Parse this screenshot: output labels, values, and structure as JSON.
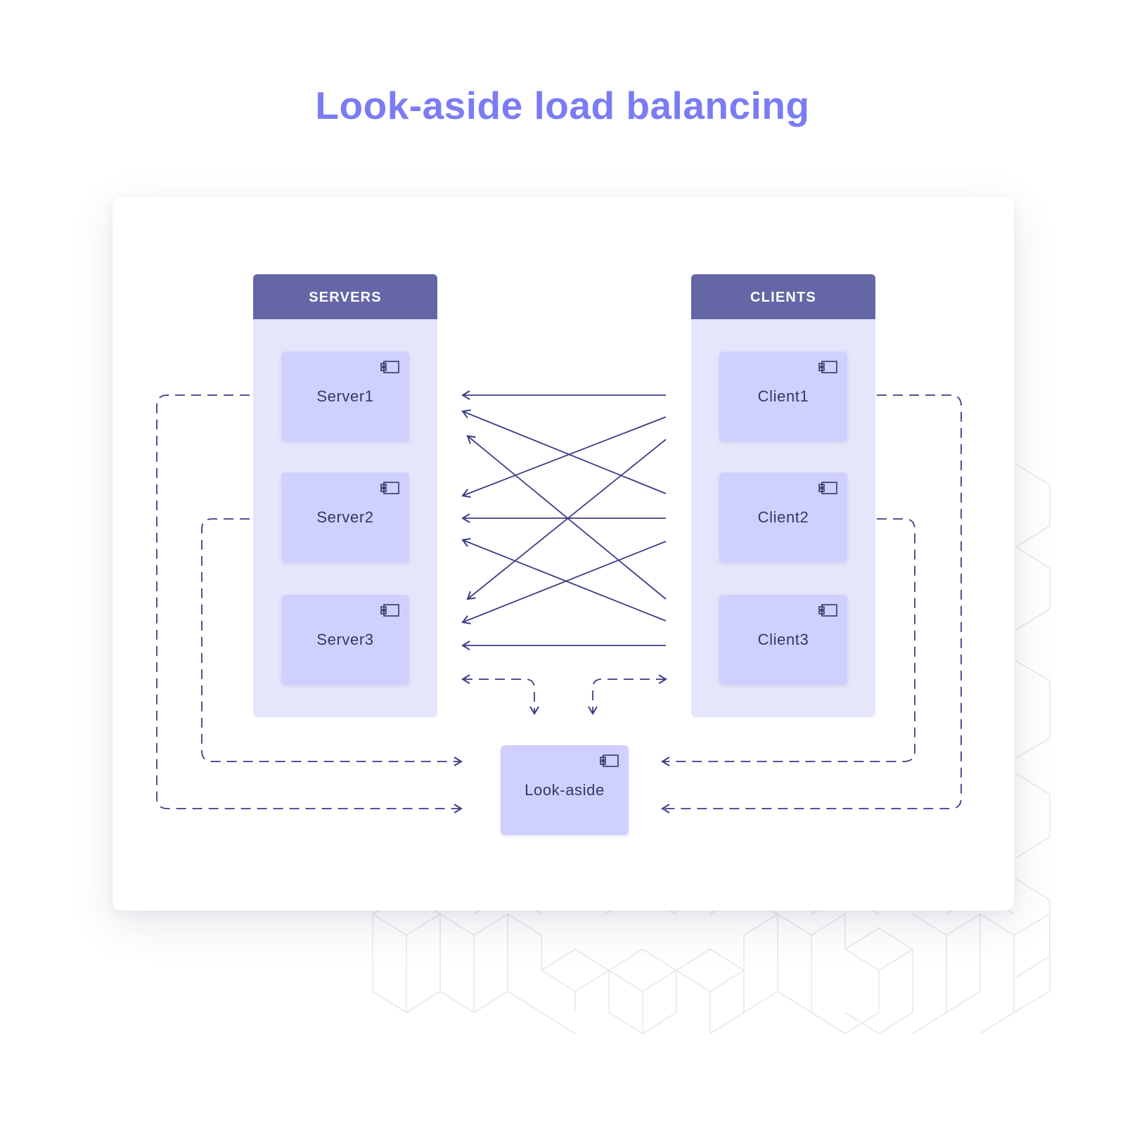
{
  "title": "Look-aside load balancing",
  "servers": {
    "header": "SERVERS",
    "items": [
      {
        "label": "Server1"
      },
      {
        "label": "Server2"
      },
      {
        "label": "Server3"
      }
    ]
  },
  "clients": {
    "header": "CLIENTS",
    "items": [
      {
        "label": "Client1"
      },
      {
        "label": "Client2"
      },
      {
        "label": "Client3"
      }
    ]
  },
  "lookaside": {
    "label": "Look-aside"
  },
  "icons": {
    "node_icon": "component-icon"
  },
  "colors": {
    "title": "#7b7cf3",
    "header_bg": "#6566a5",
    "group_bg": "#e5e5fb",
    "node_bg": "#cfd0fd",
    "line": "#3a3d86",
    "pattern": "#e4e6ea"
  }
}
